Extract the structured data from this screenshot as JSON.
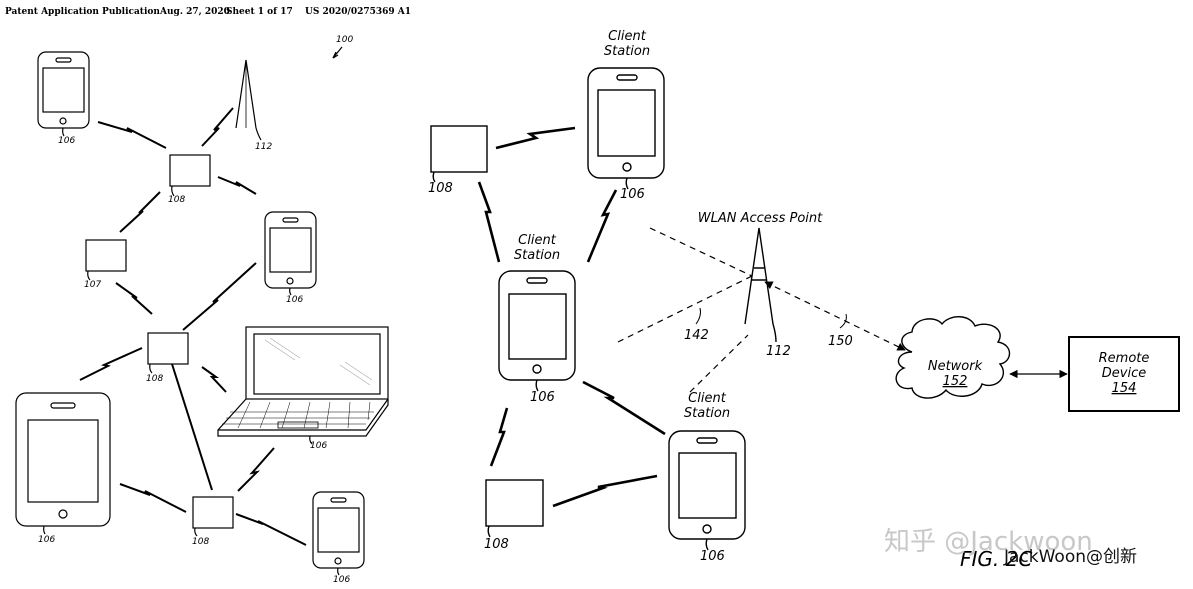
{
  "header": {
    "publication": "Patent Application Publication",
    "date": "Aug. 27, 2020",
    "sheet": "Sheet 1 of 17",
    "number": "US 2020/0275369 A1"
  },
  "left_diagram": {
    "ref_main": "100",
    "ref_antenna": "112",
    "ref_phones": [
      "106",
      "106",
      "106",
      "106"
    ],
    "ref_relays": [
      "108",
      "107",
      "108",
      "108"
    ],
    "ref_laptop": "106"
  },
  "right_diagram": {
    "client_station_line1": "Client",
    "client_station_line2": "Station",
    "wlan_label": "WLAN Access Point",
    "ref_antenna": "112",
    "ref_link_142": "142",
    "ref_link_150": "150",
    "ref_station": "106",
    "ref_relay": "108",
    "network_label": "Network",
    "network_ref": "152",
    "remote_line1": "Remote",
    "remote_line2": "Device",
    "remote_ref": "154",
    "figure_label": "FIG. 2C"
  },
  "watermark": {
    "zhihu": "知乎 @Jackwoon",
    "credit": "JackWoon@创新"
  }
}
